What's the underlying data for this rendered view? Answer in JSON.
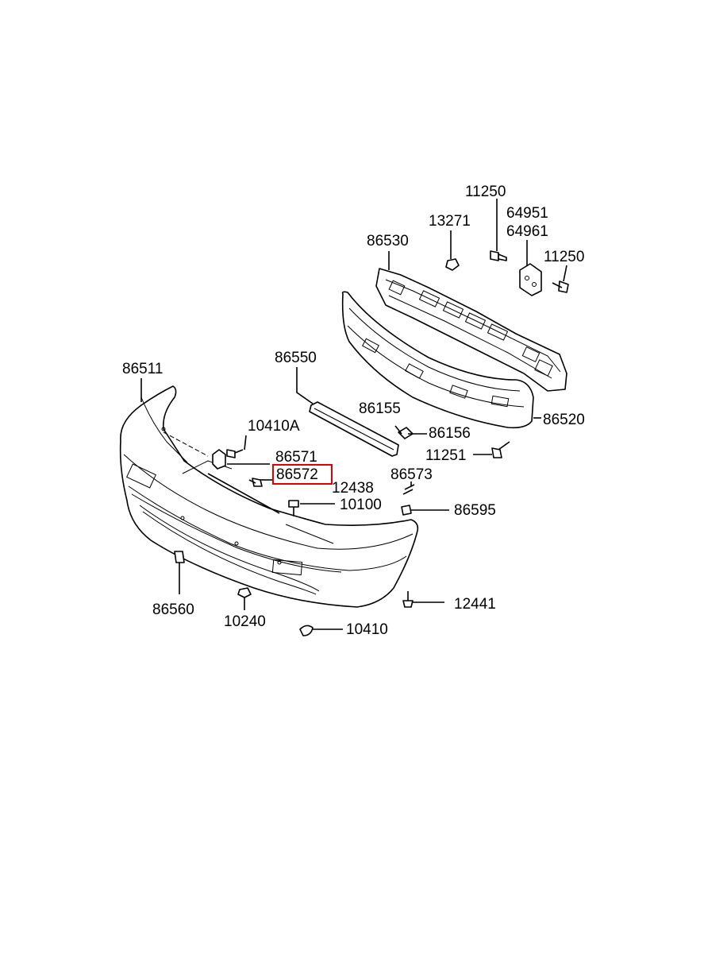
{
  "labels": {
    "p11250a": "11250",
    "p13271": "13271",
    "p64951": "64951",
    "p64961": "64961",
    "p86530": "86530",
    "p11250b": "11250",
    "p86511": "86511",
    "p86550": "86550",
    "p86155": "86155",
    "p86156": "86156",
    "p86520": "86520",
    "p10410A": "10410A",
    "p86571": "86571",
    "p86572": "86572",
    "p12438": "12438",
    "p11251": "11251",
    "p86573": "86573",
    "p10100": "10100",
    "p86595": "86595",
    "p86560": "86560",
    "p10240": "10240",
    "p12441": "12441",
    "p10410": "10410"
  },
  "highlight": {
    "part": "86572",
    "color": "#e00000"
  }
}
